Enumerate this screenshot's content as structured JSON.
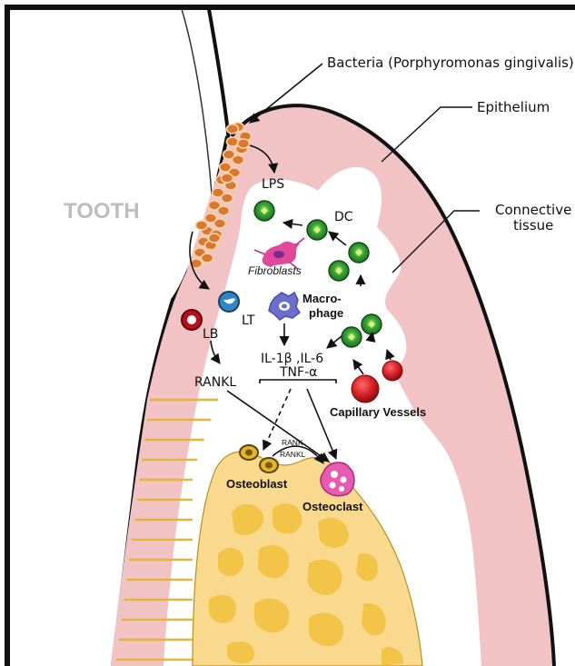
{
  "labels": {
    "tooth": "TOOTH",
    "bacteria": "Bacteria (Porphyromonas gingivalis)",
    "epithelium": "Epithelium",
    "connective_line1": "Connective",
    "connective_line2": "tissue",
    "lps": "LPS",
    "dc": "DC",
    "fibroblasts": "Fibroblasts",
    "lt": "LT",
    "lb": "LB",
    "macrophage_line1": "Macro-",
    "macrophage_line2": "phage",
    "cytokines_line1": "IL-1β ,IL-6",
    "cytokines_line2": "TNF-α",
    "rankl": "RANKL",
    "capillary": "Capillary Vessels",
    "rank": "RANK",
    "rankl_small": "RANKL",
    "osteoblast": "Osteoblast",
    "osteoclast": "Osteoclast"
  },
  "colors": {
    "epithelium": "#f2c3c5",
    "bone": "#f8d98e",
    "bone_hole": "#f2c448",
    "bone_lines": "#e4b43b",
    "bacteria": "#d9782e",
    "dc_cell": "#2e9b2e",
    "red_cell": "#d8232a",
    "lt_cell": "#2f86c6",
    "lb_cell": "#b8101a",
    "macrophage": "#6c6fc9",
    "fibroblast": "#e0489b",
    "osteoclast": "#e85bb2",
    "osteoblast": "#e3b52d"
  }
}
